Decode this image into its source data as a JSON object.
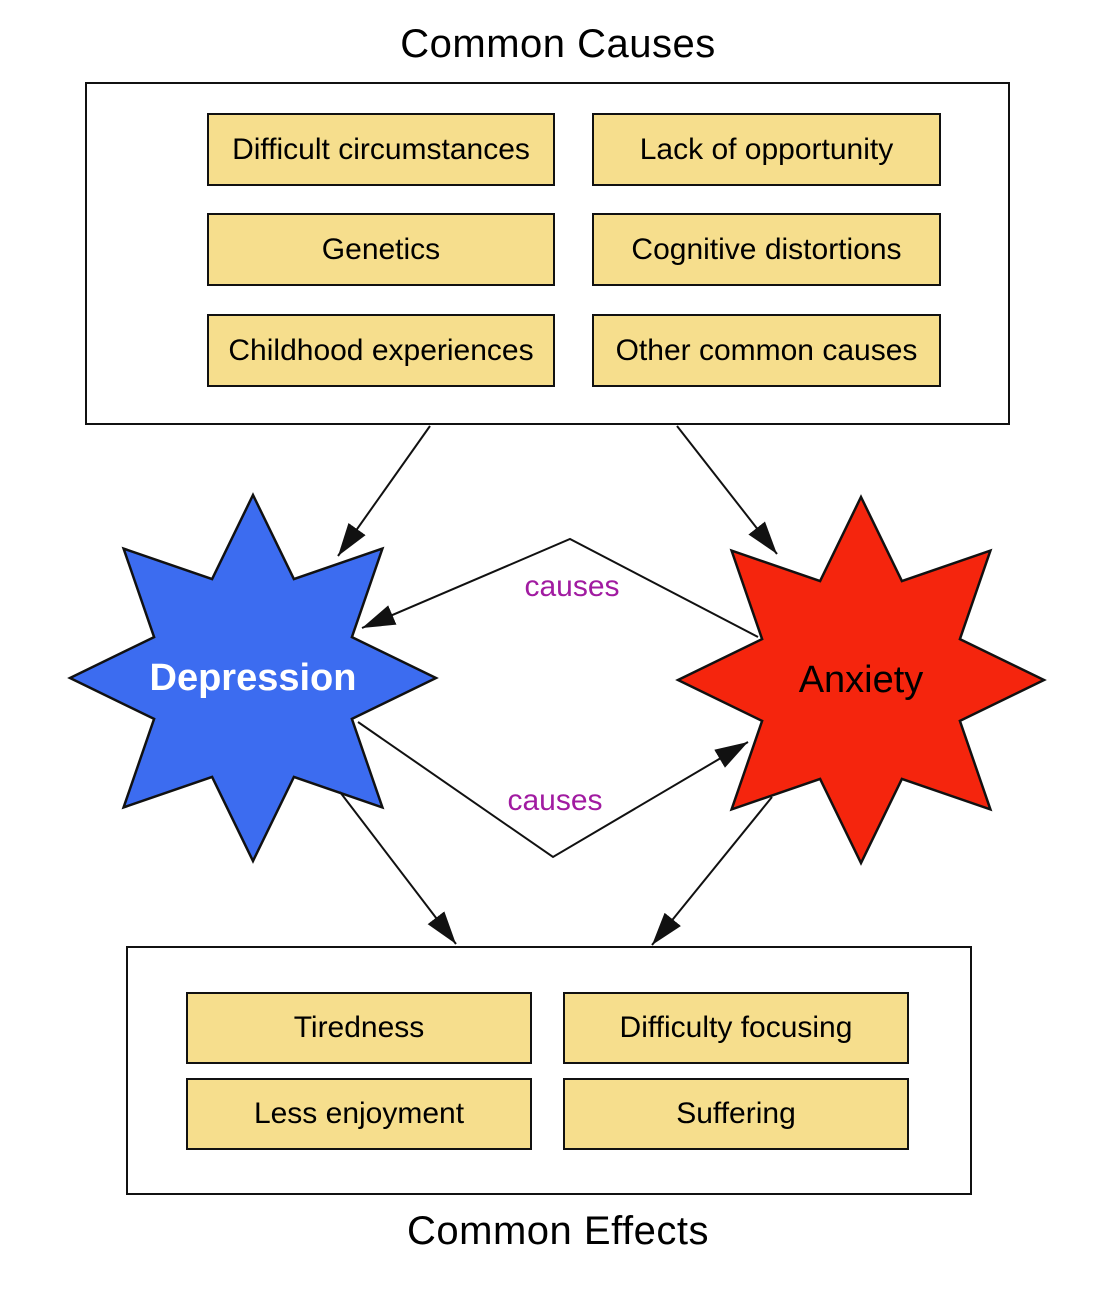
{
  "header": {
    "causes_title": "Common Causes",
    "effects_title": "Common Effects"
  },
  "causes": {
    "items": [
      "Difficult circumstances",
      "Lack of opportunity",
      "Genetics",
      "Cognitive distortions",
      "Childhood experiences",
      "Other common causes"
    ]
  },
  "effects": {
    "items": [
      "Tiredness",
      "Difficulty focusing",
      "Less enjoyment",
      "Suffering"
    ]
  },
  "nodes": {
    "depression": {
      "label": "Depression",
      "fill": "#3c6cf0",
      "text_color": "#ffffff"
    },
    "anxiety": {
      "label": "Anxiety",
      "fill": "#f5250d",
      "text_color": "#000000"
    }
  },
  "edges": {
    "anxiety_causes_depression_label": "causes",
    "depression_causes_anxiety_label": "causes",
    "label_color": "#a11ba1"
  },
  "colors": {
    "item_fill": "#f6de8d",
    "border": "#111111",
    "background": "#ffffff"
  }
}
